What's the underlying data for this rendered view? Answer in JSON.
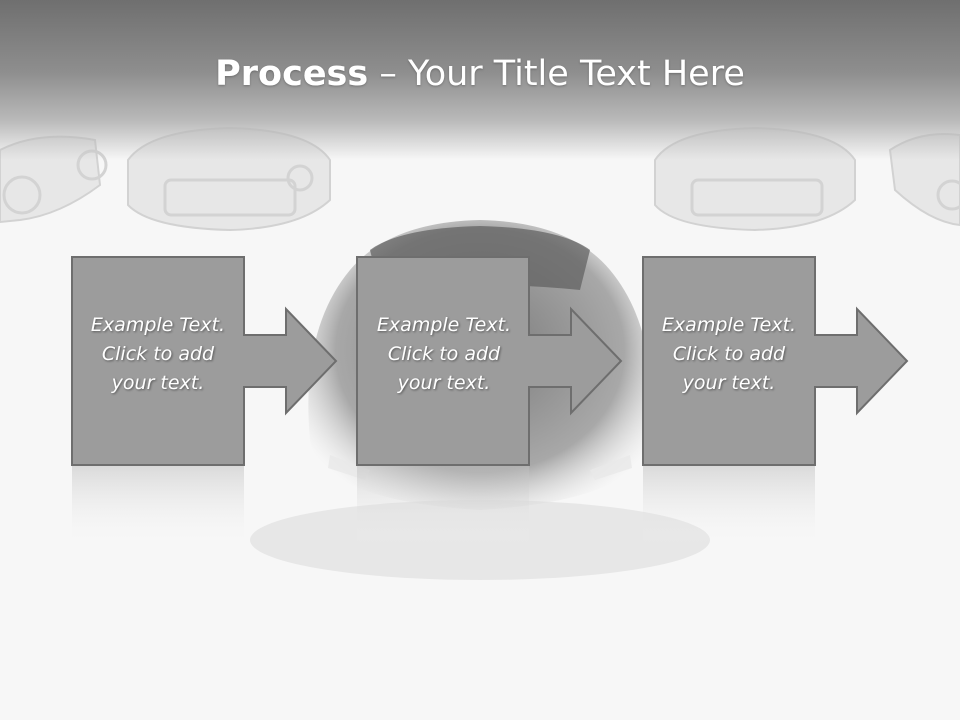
{
  "slide": {
    "title_bold": "Process",
    "title_rest": " – Your Title Text Here"
  },
  "steps": [
    {
      "text": "Example Text.\nClick  to add\nyour text."
    },
    {
      "text": "Example Text.\nClick  to add\nyour text."
    },
    {
      "text": "Example Text.\nClick  to add\nyour text."
    }
  ],
  "colors": {
    "step_fill": "#9c9c9c",
    "step_border": "#6e6e6e",
    "header_top": "#6f6f6f",
    "background": "#f7f7f7"
  }
}
